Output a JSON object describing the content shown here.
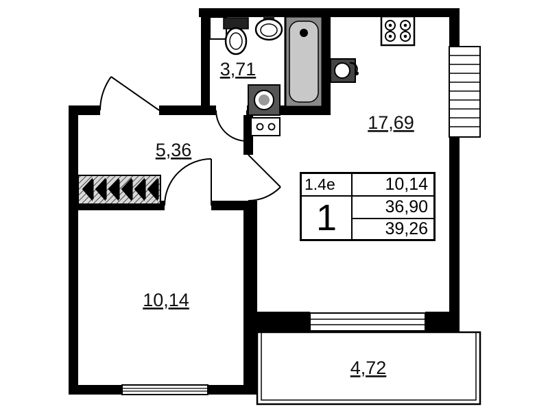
{
  "title": "apartment-floor-plan",
  "rooms": {
    "bathroom": {
      "name": "bathroom",
      "area": "3,71"
    },
    "hallway": {
      "name": "hallway",
      "area": "5,36"
    },
    "kitchen_living": {
      "name": "kitchen-living",
      "area": "17,69"
    },
    "bedroom": {
      "name": "bedroom",
      "area": "10,14"
    },
    "balcony": {
      "name": "balcony",
      "area": "4,72"
    }
  },
  "info_table": {
    "apartment_type": "1.4e",
    "room_count": "1",
    "living_area": "10,14",
    "area_without_balcony": "36,90",
    "total_area": "39,26"
  },
  "colors": {
    "wall": "#000000",
    "background": "#ffffff",
    "fixture_gray": "#888888"
  }
}
